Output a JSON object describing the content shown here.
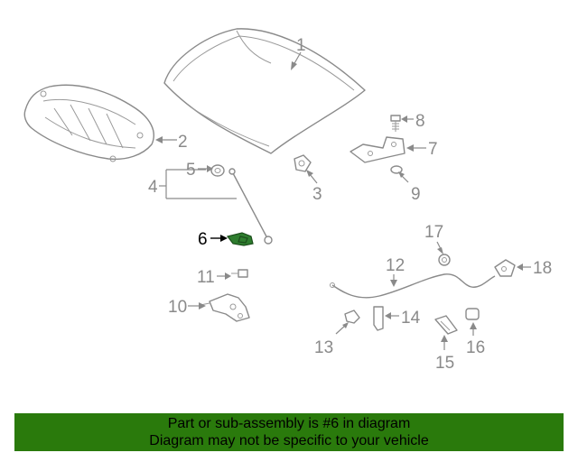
{
  "callouts": {
    "c1": "1",
    "c2": "2",
    "c3": "3",
    "c4": "4",
    "c5": "5",
    "c6": "6",
    "c7": "7",
    "c8": "8",
    "c9": "9",
    "c10": "10",
    "c11": "11",
    "c12": "12",
    "c13": "13",
    "c14": "14",
    "c15": "15",
    "c16": "16",
    "c17": "17",
    "c18": "18"
  },
  "highlighted_part": "6",
  "colors": {
    "banner": "#2a7a0c",
    "highlight": "#2e7d2e",
    "line": "#8a8a8a"
  },
  "banner": {
    "line1": "Part or sub-assembly is #6 in diagram",
    "line2": "Diagram may not be specific to your vehicle"
  }
}
